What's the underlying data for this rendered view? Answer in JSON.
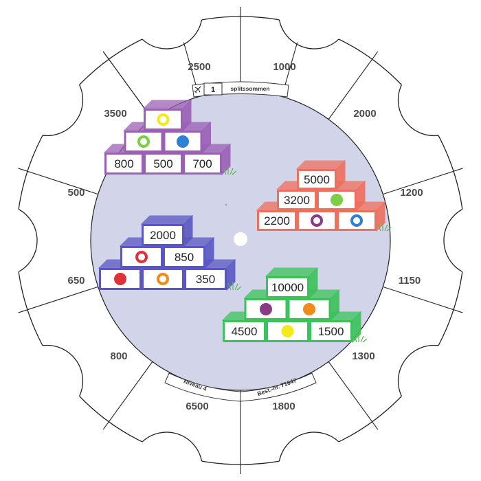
{
  "top_label": {
    "number": "1",
    "text": "splitssommen",
    "icon": "airplane-icon"
  },
  "bottom_labels": {
    "level": "Niveau 4",
    "order": "Best.-nr. 71647"
  },
  "rim_numbers": [
    "1000",
    "2000",
    "1200",
    "1150",
    "1300",
    "1800",
    "6500",
    "800",
    "650",
    "500",
    "3500",
    "2500"
  ],
  "colors": {
    "disc": "#d2d4ea",
    "purple": "#9b5fb5",
    "red": "#ee6f5e",
    "blue": "#5a57c2",
    "green": "#3cc25a",
    "dot_yellow": "#f2ea1c",
    "dot_green": "#7ccd48",
    "dot_blue": "#2e7fd6",
    "dot_purple": "#8a3b84",
    "dot_red": "#e0303a",
    "dot_orange": "#f08a1c"
  },
  "pyramids": [
    {
      "name": "purple",
      "color": "purple",
      "rows": [
        [
          {
            "type": "dot",
            "dot": "dot_yellow",
            "ring": true
          }
        ],
        [
          {
            "type": "dot",
            "dot": "dot_green",
            "ring": true
          },
          {
            "type": "dot",
            "dot": "dot_blue",
            "ring": false
          }
        ],
        [
          {
            "type": "num",
            "value": "800"
          },
          {
            "type": "num",
            "value": "500"
          },
          {
            "type": "num",
            "value": "700"
          }
        ]
      ]
    },
    {
      "name": "red",
      "color": "red",
      "rows": [
        [
          {
            "type": "num",
            "value": "5000"
          }
        ],
        [
          {
            "type": "num",
            "value": "3200"
          },
          {
            "type": "dot",
            "dot": "dot_green",
            "ring": false
          }
        ],
        [
          {
            "type": "num",
            "value": "2200"
          },
          {
            "type": "dot",
            "dot": "dot_purple",
            "ring": true
          },
          {
            "type": "dot",
            "dot": "dot_blue",
            "ring": true
          }
        ]
      ]
    },
    {
      "name": "blue",
      "color": "blue",
      "rows": [
        [
          {
            "type": "num",
            "value": "2000"
          }
        ],
        [
          {
            "type": "dot",
            "dot": "dot_red",
            "ring": true
          },
          {
            "type": "num",
            "value": "850"
          }
        ],
        [
          {
            "type": "dot",
            "dot": "dot_red",
            "ring": false
          },
          {
            "type": "dot",
            "dot": "dot_orange",
            "ring": true
          },
          {
            "type": "num",
            "value": "350"
          }
        ]
      ]
    },
    {
      "name": "green",
      "color": "green",
      "rows": [
        [
          {
            "type": "num",
            "value": "10000"
          }
        ],
        [
          {
            "type": "dot",
            "dot": "dot_purple",
            "ring": false
          },
          {
            "type": "dot",
            "dot": "dot_orange",
            "ring": false
          }
        ],
        [
          {
            "type": "num",
            "value": "4500"
          },
          {
            "type": "dot",
            "dot": "dot_yellow",
            "ring": false
          },
          {
            "type": "num",
            "value": "1500"
          }
        ]
      ]
    }
  ]
}
